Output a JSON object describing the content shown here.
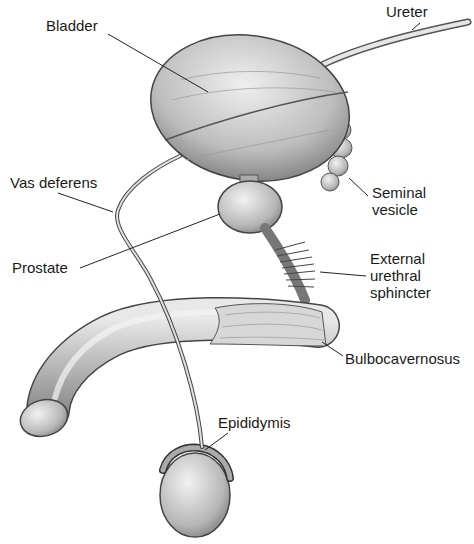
{
  "diagram": {
    "labels": [
      "Ureter",
      "Bladder",
      "Vas deferens",
      "Seminal vesicle",
      "Prostate",
      "External urethral sphincter",
      "Bulbocavernosus",
      "Epididymis"
    ]
  }
}
